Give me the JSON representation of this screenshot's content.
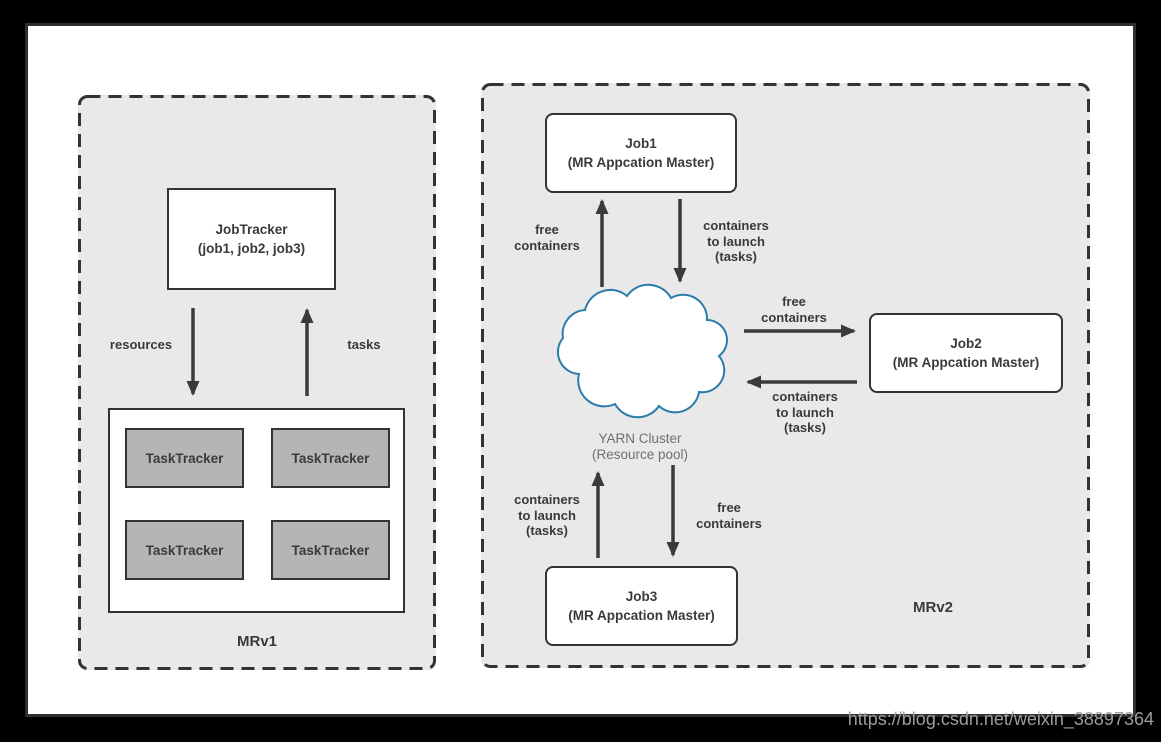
{
  "colors": {
    "frame_bg": "#000000",
    "board_bg": "#ffffff",
    "board_border": "#2f2f2f",
    "panel_bg": "#e9e9e9",
    "line": "#333333",
    "box_bg": "#ffffff",
    "tracker_bg": "#b5b5b5",
    "text": "#3a3a3a",
    "muted_text": "#6f6f6f",
    "cloud_stroke": "#2b7cab",
    "watermark_text": "#9c9c9c"
  },
  "mrv1": {
    "title": "MRv1",
    "jobtracker_label": "JobTracker\n(job1, job2, job3)",
    "resources_label": "resources",
    "tasks_label": "tasks",
    "tasktrackers": [
      "TaskTracker",
      "TaskTracker",
      "TaskTracker",
      "TaskTracker"
    ]
  },
  "mrv2": {
    "title": "MRv2",
    "job1_label": "Job1\n(MR Appcation Master)",
    "job2_label": "Job2\n(MR Appcation Master)",
    "job3_label": "Job3\n(MR Appcation Master)",
    "cloud_label": "YARN Cluster\n(Resource pool)",
    "arrow_labels": {
      "job1_up": "free\ncontainers",
      "job1_down": "containers\nto launch\n(tasks)",
      "job2_right": "free\ncontainers",
      "job2_left": "containers\nto launch\n(tasks)",
      "job3_up": "containers\nto launch\n(tasks)",
      "job3_down": "free\ncontainers"
    }
  },
  "watermark": "https://blog.csdn.net/weixin_38897364"
}
